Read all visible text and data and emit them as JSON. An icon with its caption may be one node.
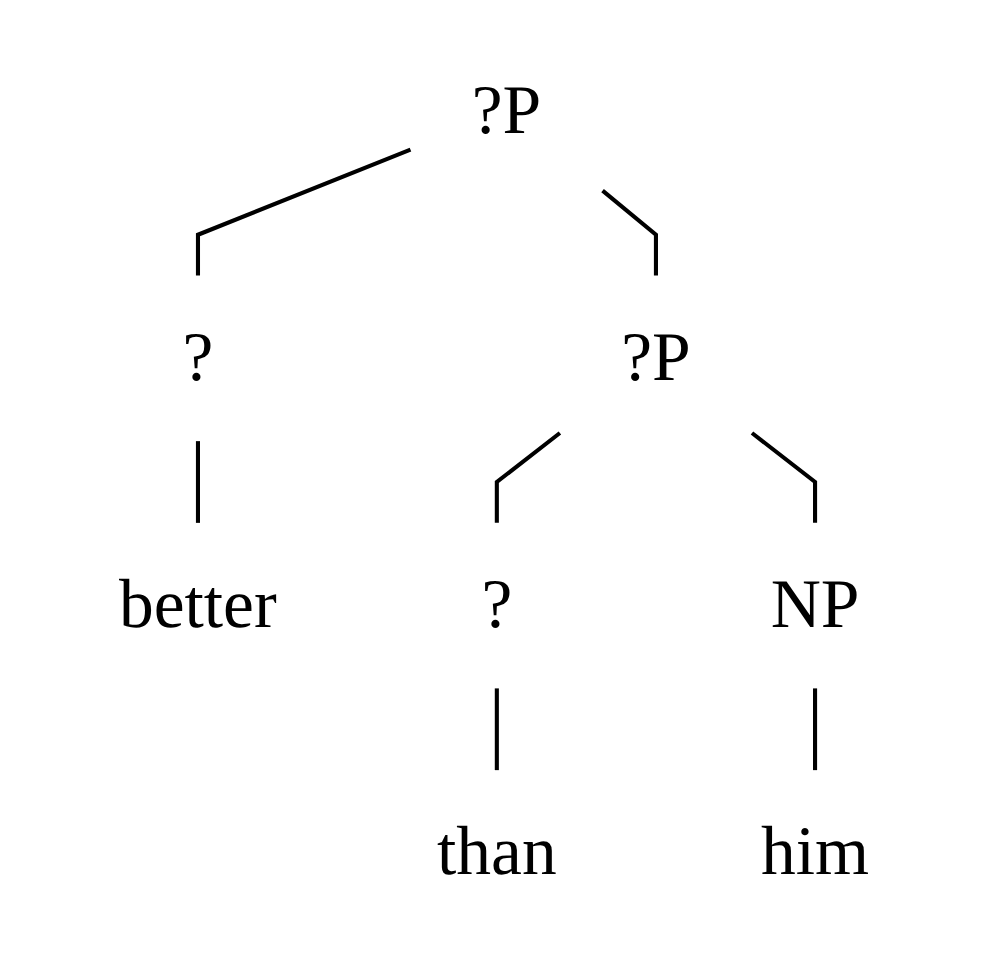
{
  "diagram": {
    "nodes": [
      {
        "text": [
          "?P"
        ]
      },
      {
        "text": [
          "?"
        ]
      },
      {
        "text": [
          "?P"
        ]
      },
      {
        "text": [
          "better"
        ]
      },
      {
        "text": [
          "?"
        ]
      },
      {
        "text": [
          "NP"
        ]
      },
      {
        "text": [
          "than"
        ]
      },
      {
        "text": [
          "him"
        ]
      }
    ],
    "edges": [
      {
        "from": 0,
        "to": 1,
        "arrow": "none"
      },
      {
        "from": 0,
        "to": 2,
        "arrow": "none"
      },
      {
        "from": 1,
        "to": 3,
        "arrow": "none"
      },
      {
        "from": 2,
        "to": 4,
        "arrow": "none"
      },
      {
        "from": 2,
        "to": 5,
        "arrow": "none"
      },
      {
        "from": 4,
        "to": 6,
        "arrow": "none"
      },
      {
        "from": 5,
        "to": 7,
        "arrow": "none"
      }
    ]
  }
}
